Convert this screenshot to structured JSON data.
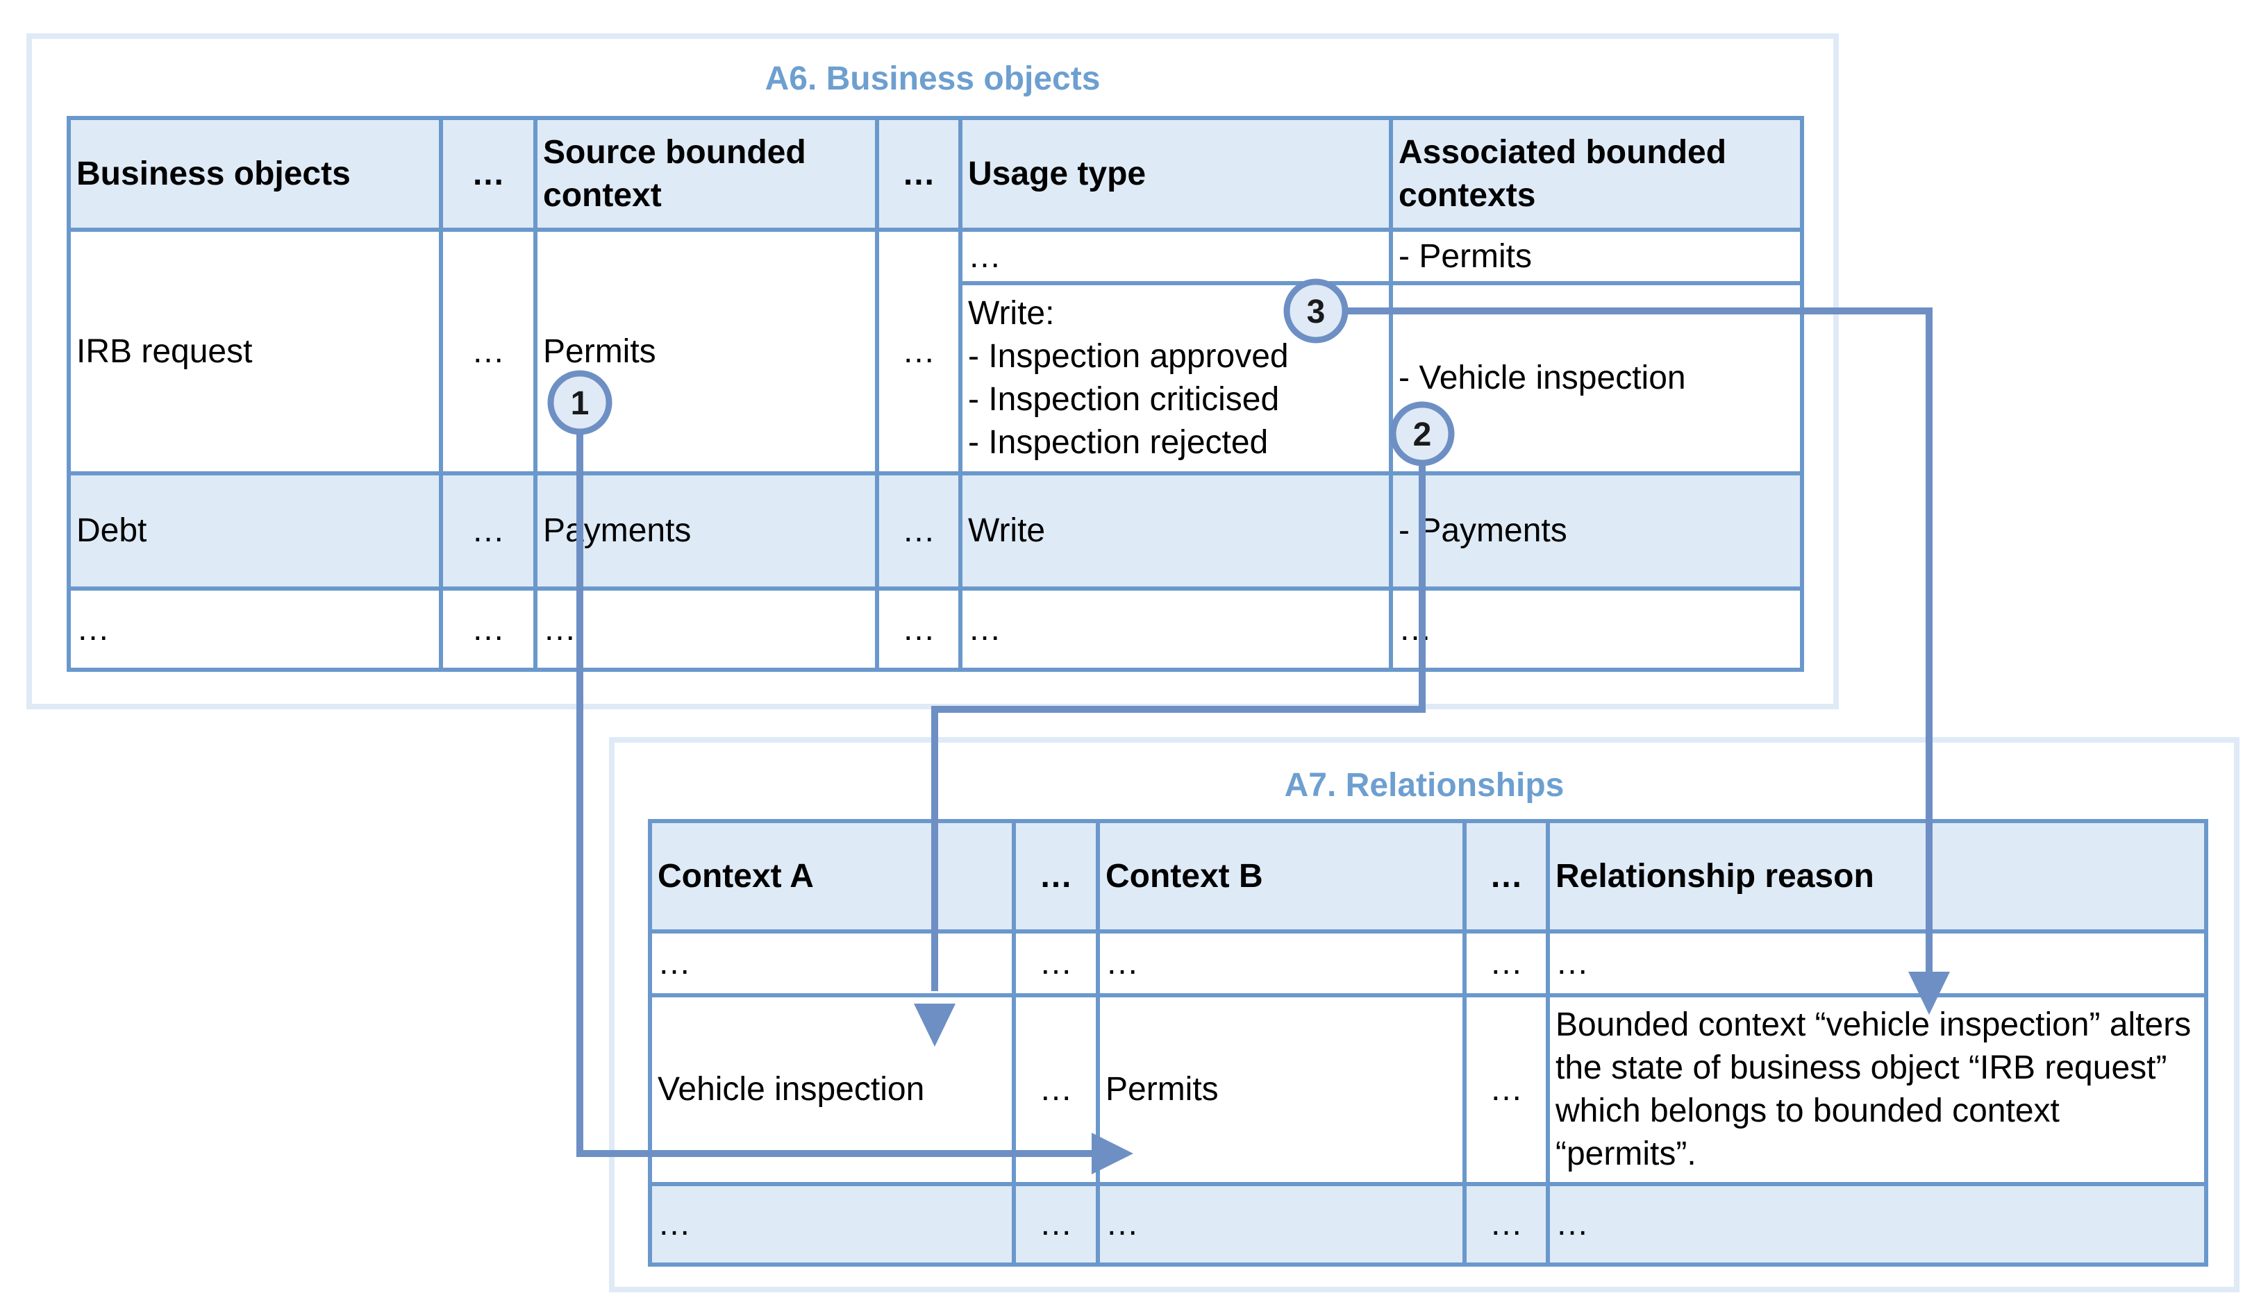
{
  "a6": {
    "title": "A6. Business objects",
    "headers": [
      "Business objects",
      "…",
      "Source bounded context",
      "…",
      "Usage type",
      "Associated bounded contexts"
    ],
    "rows": [
      {
        "business_object": "IRB request",
        "e1": "…",
        "source": "Permits",
        "e2": "…",
        "usage_top": "…",
        "usage_write": "Write:",
        "usage_lines": [
          "- Inspection approved",
          "- Inspection criticised",
          "- Inspection rejected"
        ],
        "assoc_top": "- Permits",
        "assoc_bottom": "- Vehicle inspection"
      },
      {
        "business_object": "Debt",
        "e1": "…",
        "source": "Payments",
        "e2": "…",
        "usage": "Write",
        "assoc": "- Payments"
      },
      {
        "business_object": "…",
        "e1": "…",
        "source": "…",
        "e2": "…",
        "usage": "…",
        "assoc": "…"
      }
    ]
  },
  "a7": {
    "title": "A7. Relationships",
    "headers": [
      "Context A",
      "…",
      "Context B",
      "…",
      "Relationship reason"
    ],
    "rows": [
      {
        "a": "…",
        "e1": "…",
        "b": "…",
        "e2": "…",
        "reason": "…"
      },
      {
        "a": "Vehicle inspection",
        "e1": "…",
        "b": "Permits",
        "e2": "…",
        "reason": "Bounded context “vehicle inspection” alters the state of business object “IRB request” which belongs to bounded context “permits”."
      },
      {
        "a": "…",
        "e1": "…",
        "b": "…",
        "e2": "…",
        "reason": "…"
      }
    ]
  },
  "markers": [
    "1",
    "2",
    "3"
  ],
  "colors": {
    "panel_border": "#dfeaf6",
    "table_border": "#6a98cc",
    "header_fill": "#deeaf6",
    "title_text": "#6d9fd0",
    "arrow": "#6d8fc4"
  }
}
